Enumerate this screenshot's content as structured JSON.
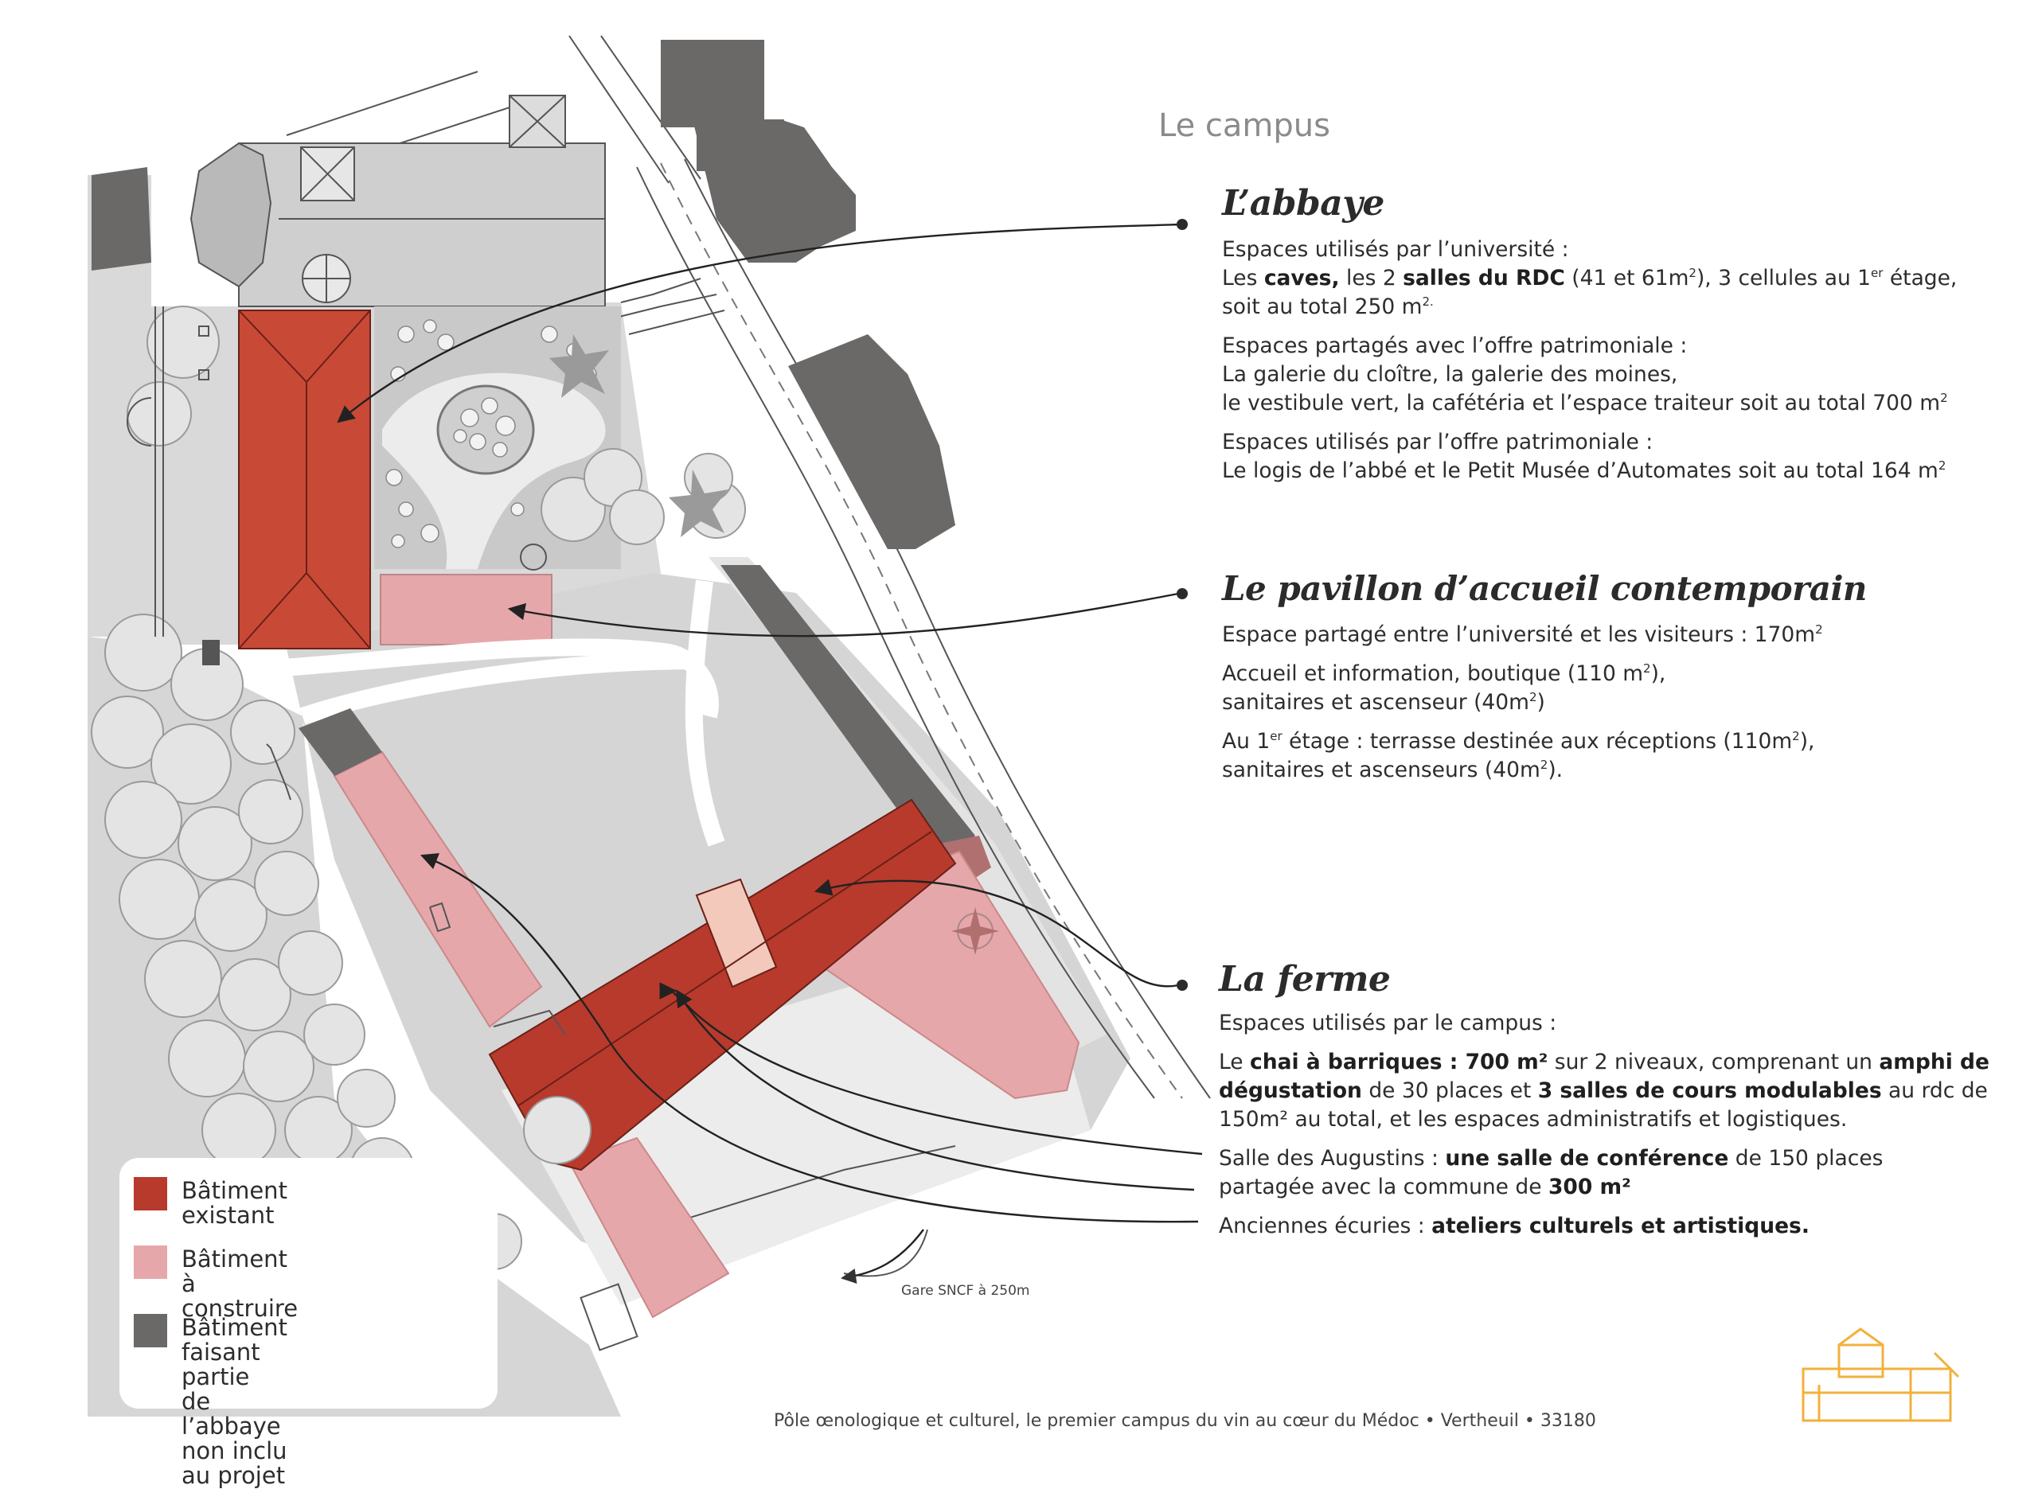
{
  "page_title": "Le campus",
  "sections": {
    "abbaye": {
      "heading": "L’abbaye",
      "lines": [
        {
          "runs": [
            {
              "t": "Espaces utilisés par l’université :"
            }
          ]
        },
        {
          "runs": [
            {
              "t": "Les "
            },
            {
              "t": "caves,",
              "b": true
            },
            {
              "t": " les 2 "
            },
            {
              "t": "salles du RDC",
              "b": true
            },
            {
              "t": " (41 et 61m"
            },
            {
              "t": "2",
              "sup": true
            },
            {
              "t": "), 3 cellules au 1"
            },
            {
              "t": "er",
              "sup": true
            },
            {
              "t": " étage,"
            }
          ]
        },
        {
          "runs": [
            {
              "t": "soit au total 250 m"
            },
            {
              "t": "2.",
              "sup": true
            }
          ]
        },
        {
          "gap": true,
          "runs": [
            {
              "t": "Espaces partagés avec l’offre patrimoniale :"
            }
          ]
        },
        {
          "runs": [
            {
              "t": "La galerie du cloître, la galerie des moines,"
            }
          ]
        },
        {
          "runs": [
            {
              "t": "le vestibule vert, la cafétéria et l’espace traiteur soit au total 700 m"
            },
            {
              "t": "2",
              "sup": true
            }
          ]
        },
        {
          "gap": true,
          "runs": [
            {
              "t": "Espaces utilisés par l’offre patrimoniale :"
            }
          ]
        },
        {
          "runs": [
            {
              "t": "Le logis de l’abbé et le Petit Musée d’Automates soit au total 164 m"
            },
            {
              "t": "2",
              "sup": true
            }
          ]
        }
      ]
    },
    "pavillon": {
      "heading": "Le pavillon d’accueil contemporain",
      "lines": [
        {
          "runs": [
            {
              "t": "Espace partagé entre l’université et les visiteurs : 170m"
            },
            {
              "t": "2",
              "sup": true
            }
          ]
        },
        {
          "gap": true,
          "runs": [
            {
              "t": "Accueil et information, boutique (110 m"
            },
            {
              "t": "2",
              "sup": true
            },
            {
              "t": "),"
            }
          ]
        },
        {
          "runs": [
            {
              "t": "sanitaires et ascenseur (40m"
            },
            {
              "t": "2",
              "sup": true
            },
            {
              "t": ")"
            }
          ]
        },
        {
          "gap": true,
          "runs": [
            {
              "t": "Au 1"
            },
            {
              "t": "er",
              "sup": true
            },
            {
              "t": " étage : terrasse destinée aux réceptions (110m"
            },
            {
              "t": "2",
              "sup": true
            },
            {
              "t": "),"
            }
          ]
        },
        {
          "runs": [
            {
              "t": "sanitaires et ascenseurs (40m"
            },
            {
              "t": "2",
              "sup": true
            },
            {
              "t": ")."
            }
          ]
        }
      ]
    },
    "ferme": {
      "heading": "La ferme",
      "lines": [
        {
          "runs": [
            {
              "t": "Espaces utilisés par le campus :"
            }
          ]
        },
        {
          "gap": true,
          "runs": [
            {
              "t": "Le "
            },
            {
              "t": "chai à barriques : 700 m²",
              "b": true
            },
            {
              "t": " sur 2 niveaux, comprenant un "
            },
            {
              "t": "amphi de",
              "b": true
            }
          ]
        },
        {
          "runs": [
            {
              "t": "dégustation",
              "b": true
            },
            {
              "t": " de 30 places et "
            },
            {
              "t": "3 salles de cours modulables",
              "b": true
            },
            {
              "t": " au rdc de"
            }
          ]
        },
        {
          "runs": [
            {
              "t": "150m² au total, et les espaces administratifs et logistiques."
            }
          ]
        },
        {
          "gap": true,
          "runs": [
            {
              "t": "Salle des Augustins : "
            },
            {
              "t": "une salle de conférence",
              "b": true
            },
            {
              "t": " de 150 places"
            }
          ]
        },
        {
          "runs": [
            {
              "t": "partagée avec la commune de "
            },
            {
              "t": "300 m²",
              "b": true
            }
          ]
        },
        {
          "gap": true,
          "runs": [
            {
              "t": "Anciennes écuries : "
            },
            {
              "t": "ateliers culturels et artistiques.",
              "b": true
            }
          ]
        }
      ]
    }
  },
  "legend": {
    "items": [
      {
        "label": "Bâtiment existant",
        "color": "#b83a2c"
      },
      {
        "label": "Bâtiment à construire",
        "color": "#e6a7ab"
      },
      {
        "label": "Bâtiment faisant partie\nde l’abbaye\nnon inclu au projet",
        "color": "#6b6868"
      }
    ]
  },
  "map": {
    "gare_label": "Gare SNCF à 250m"
  },
  "footer": "Pôle œnologique et culturel, le premier campus du vin au cœur du Médoc • Vertheuil • 33180",
  "colors": {
    "existing": "#b83a2c",
    "to_build": "#e6a7ab",
    "abbey_other": "#6b6868",
    "ground": "#d9d9d9",
    "trees": "#e0e0e0",
    "logo": "#f2b13c"
  }
}
